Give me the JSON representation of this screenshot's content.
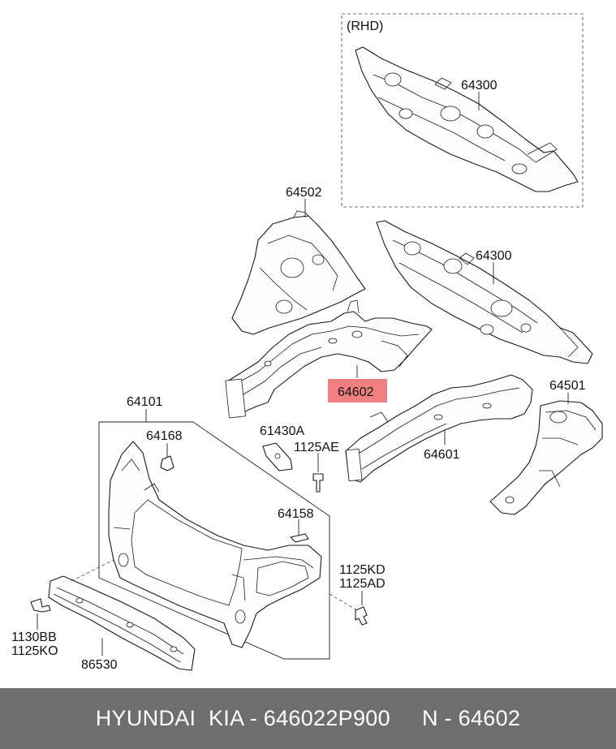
{
  "diagram": {
    "rhd_label": "(RHD)",
    "callouts": {
      "p64300_rhd": "64300",
      "p64502": "64502",
      "p64300": "64300",
      "p64602": "64602",
      "p64501": "64501",
      "p64101": "64101",
      "p64168": "64168",
      "p61430A": "61430A",
      "p1125AE": "1125AE",
      "p64601": "64601",
      "p64158": "64158",
      "p1125KD": "1125KD",
      "p1125AD": "1125AD",
      "p1130BB": "1130BB",
      "p1125KO": "1125KO",
      "p86530": "86530"
    },
    "highlight_color": "#f08080"
  },
  "footer": {
    "text": "HYUNDAI  KIA - 646022P900     N - 64602"
  }
}
